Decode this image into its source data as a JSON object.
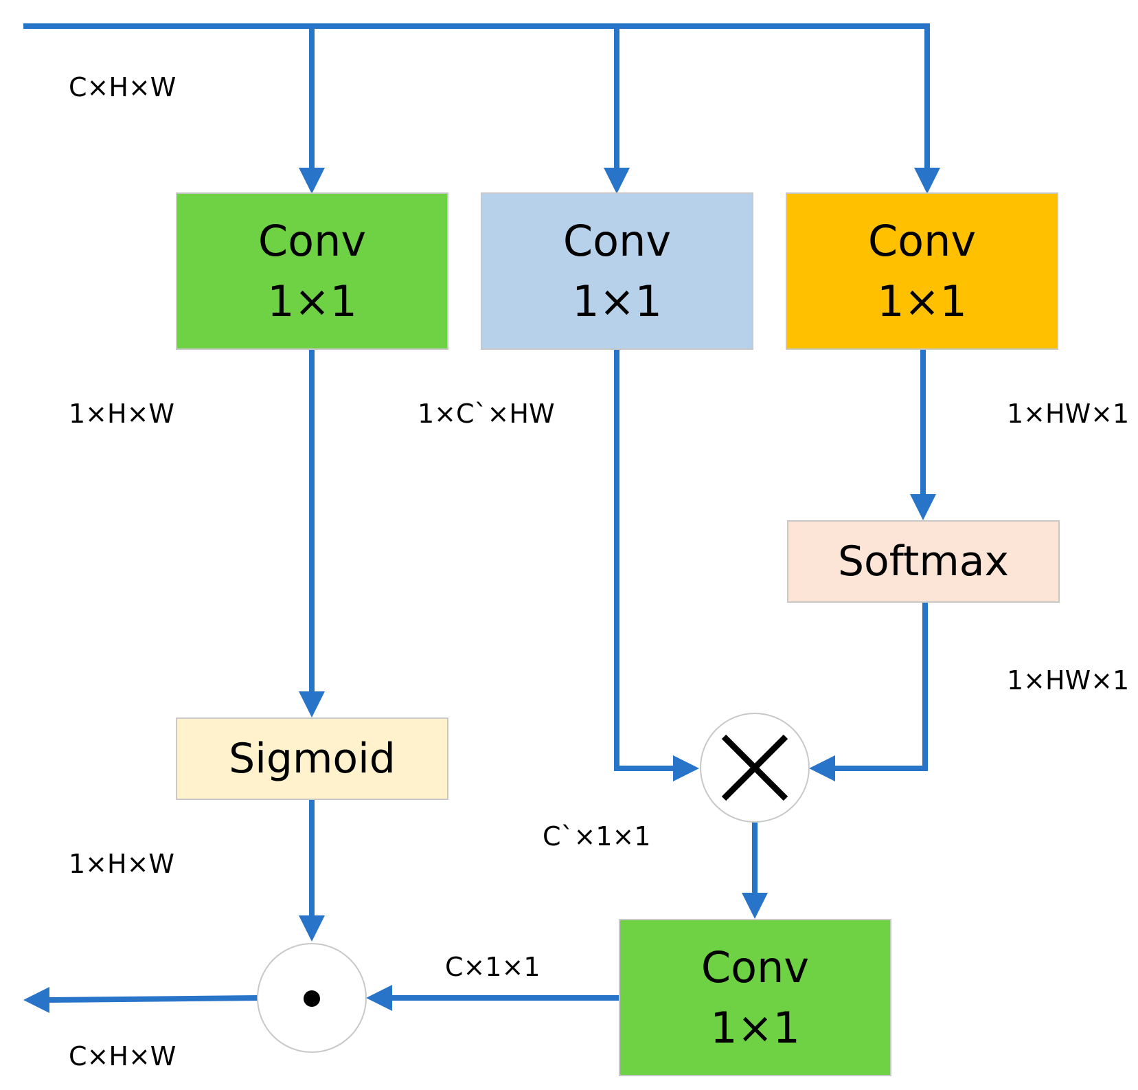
{
  "colors": {
    "arrow": "#2874c8",
    "conv_green": "#6fd244",
    "conv_blue": "#b8d1eb",
    "conv_orange": "#ffc000",
    "softmax_fill": "#fce4d6",
    "sigmoid_fill": "#fff2cc",
    "node_border": "#c8c8c8"
  },
  "blocks": {
    "conv_left": {
      "line1": "Conv",
      "line2": "1×1"
    },
    "conv_mid": {
      "line1": "Conv",
      "line2": "1×1"
    },
    "conv_right": {
      "line1": "Conv",
      "line2": "1×1"
    },
    "conv_bottom": {
      "line1": "Conv",
      "line2": "1×1"
    },
    "softmax": {
      "label": "Softmax"
    },
    "sigmoid": {
      "label": "Sigmoid"
    }
  },
  "operators": {
    "multiply": "matrix-multiply-icon",
    "elementwise": "elementwise-product-icon"
  },
  "labels": {
    "input_shape": "C×H×W",
    "left_after_conv": "1×H×W",
    "mid_after_conv": "1×C`×HW",
    "right_after_conv": "1×HW×1",
    "right_after_softmax": "1×HW×1",
    "after_multiply": "C`×1×1",
    "left_after_sigmoid": "1×H×W",
    "after_bottom_conv": "C×1×1",
    "output_shape": "C×H×W"
  }
}
